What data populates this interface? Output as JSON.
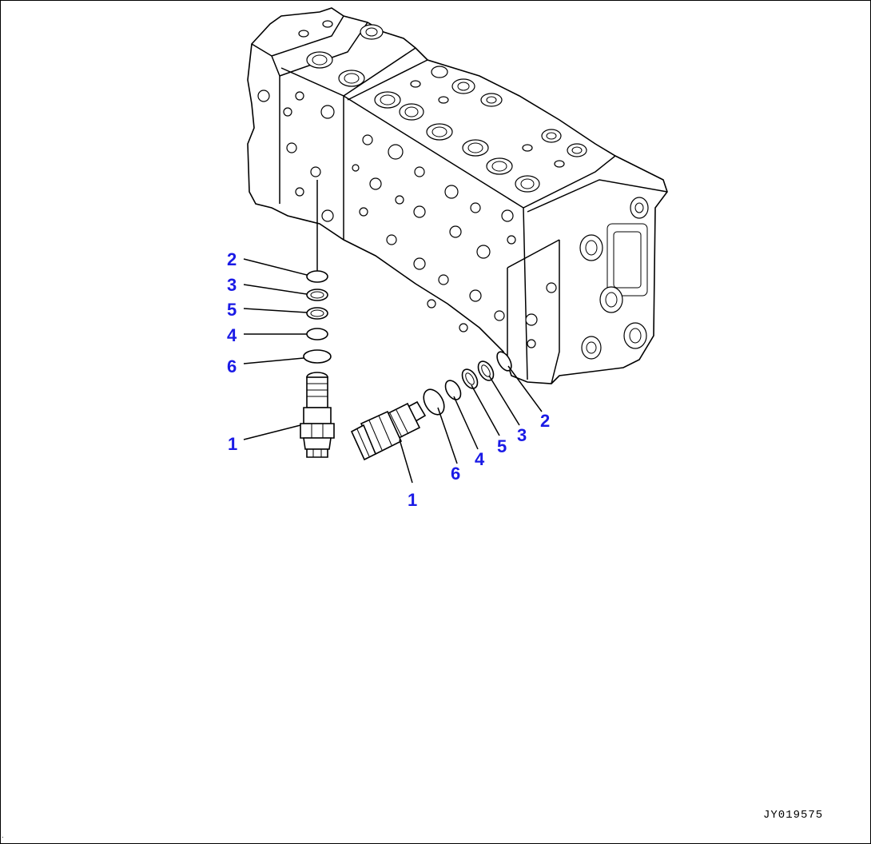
{
  "drawing": {
    "code": "JY019575"
  },
  "callouts": {
    "left": {
      "c2": "2",
      "c3": "3",
      "c5": "5",
      "c4": "4",
      "c6": "6",
      "c1": "1"
    },
    "right": {
      "c1": "1",
      "c6": "6",
      "c4": "4",
      "c5": "5",
      "c3": "3",
      "c2": "2"
    }
  },
  "colors": {
    "callout": "#1a1ae6",
    "line": "#000000"
  }
}
